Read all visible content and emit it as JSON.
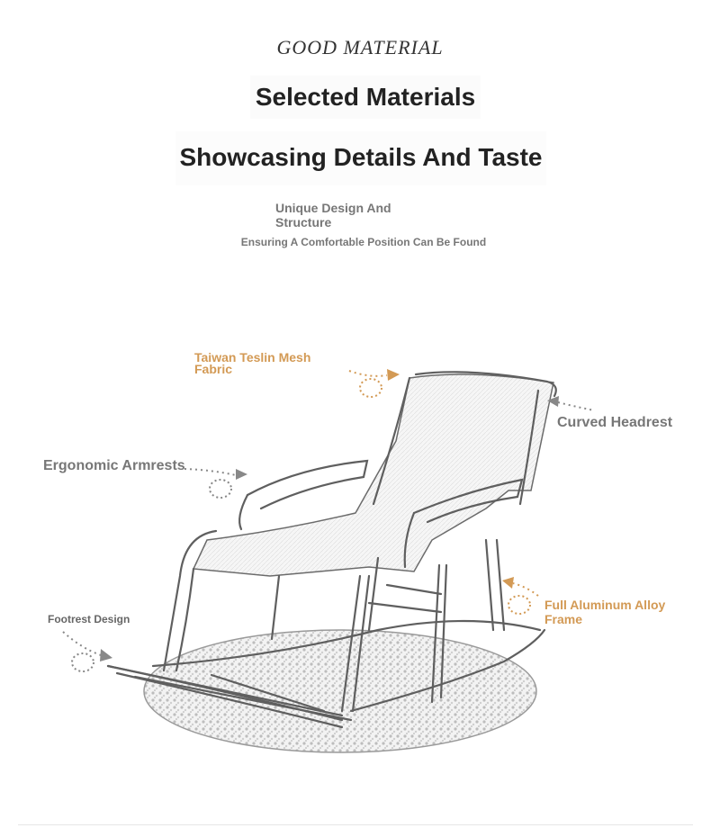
{
  "header": {
    "kicker": "GOOD MATERIAL",
    "title_line1": "Selected Materials",
    "title_line2": "Showcasing Details And Taste",
    "subtitle": "Unique Design And Structure",
    "tagline": "Ensuring A Comfortable Position Can Be Found"
  },
  "callouts": {
    "mesh": "Taiwan Teslin Mesh Fabric",
    "headrest": "Curved Headrest",
    "armrests": "Ergonomic Armrests",
    "footrest": "Footrest Design",
    "frame": "Full Aluminum Alloy Frame"
  },
  "colors": {
    "accent": "#d39a55",
    "gray_label": "#777777",
    "sketch": "#666666"
  }
}
